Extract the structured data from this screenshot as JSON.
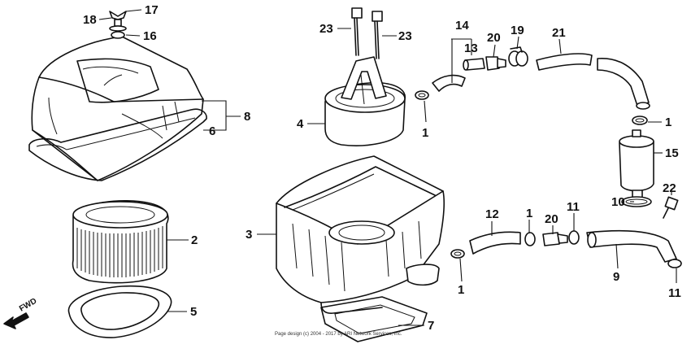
{
  "diagram": {
    "callouts": [
      {
        "id": "c17",
        "text": "17"
      },
      {
        "id": "c18",
        "text": "18"
      },
      {
        "id": "c16",
        "text": "16"
      },
      {
        "id": "c8",
        "text": "8"
      },
      {
        "id": "c6",
        "text": "6"
      },
      {
        "id": "c2",
        "text": "2"
      },
      {
        "id": "c5",
        "text": "5"
      },
      {
        "id": "c23a",
        "text": "23"
      },
      {
        "id": "c23b",
        "text": "23"
      },
      {
        "id": "c4",
        "text": "4"
      },
      {
        "id": "c3",
        "text": "3"
      },
      {
        "id": "c7",
        "text": "7"
      },
      {
        "id": "c14",
        "text": "14"
      },
      {
        "id": "c13",
        "text": "13"
      },
      {
        "id": "c20a",
        "text": "20"
      },
      {
        "id": "c19",
        "text": "19"
      },
      {
        "id": "c21",
        "text": "21"
      },
      {
        "id": "c1a",
        "text": "1"
      },
      {
        "id": "c1b",
        "text": "1"
      },
      {
        "id": "c15",
        "text": "15"
      },
      {
        "id": "c22",
        "text": "22"
      },
      {
        "id": "c10",
        "text": "10"
      },
      {
        "id": "c12",
        "text": "12"
      },
      {
        "id": "c1c",
        "text": "1"
      },
      {
        "id": "c20b",
        "text": "20"
      },
      {
        "id": "c11a",
        "text": "11"
      },
      {
        "id": "c1d",
        "text": "1"
      },
      {
        "id": "c9",
        "text": "9"
      },
      {
        "id": "c11b",
        "text": "11"
      }
    ],
    "direction_label": "FWD",
    "copyright": "Page design (c) 2004 - 2017 by ARI Network Services, Inc."
  }
}
